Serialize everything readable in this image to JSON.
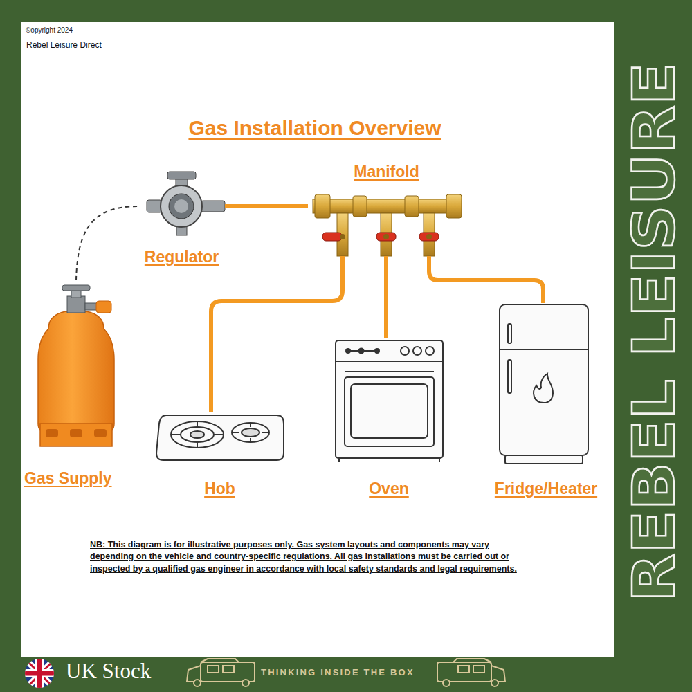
{
  "diagram": {
    "title": "Gas Installation Overview",
    "nodes": [
      {
        "text": [
          "Gas Supply"
        ]
      },
      {
        "text": [
          "Regulator"
        ]
      },
      {
        "text": [
          "Manifold"
        ]
      },
      {
        "text": [
          "Hob"
        ]
      },
      {
        "text": [
          "Oven"
        ]
      },
      {
        "text": [
          "Fridge/Heater"
        ]
      }
    ],
    "edges": [
      {
        "from": 0,
        "to": 1,
        "arrow": "none"
      },
      {
        "from": 1,
        "to": 2,
        "arrow": "none"
      },
      {
        "from": 2,
        "to": 3,
        "arrow": "none"
      },
      {
        "from": 2,
        "to": 4,
        "arrow": "none"
      },
      {
        "from": 2,
        "to": 5,
        "arrow": "none"
      }
    ],
    "labels": [
      "©opyright 2024",
      "Rebel Leisure Direct",
      "NB: This diagram is for illustrative purposes only. Gas system layouts and components may vary depending on the vehicle and country-specific regulations. All gas installations must be carried out or inspected by a qualified gas engineer in accordance with local safety standards and legal requirements.",
      "REBEL LEISURE",
      "UK Stock",
      "THINKING INSIDE THE BOX"
    ]
  }
}
